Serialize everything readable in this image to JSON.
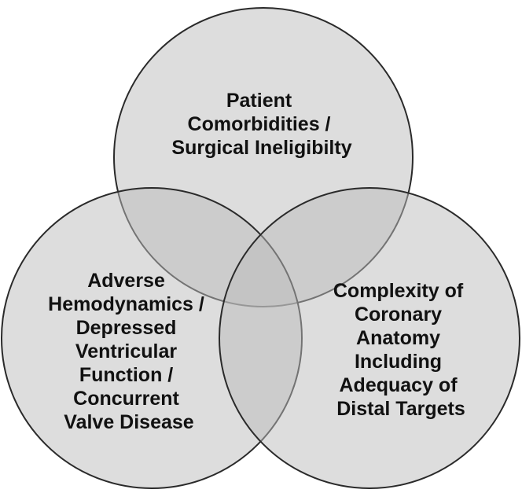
{
  "venn": {
    "top": {
      "lines": [
        "Patient",
        "Comorbidities /",
        "Surgical Ineligibilty"
      ]
    },
    "left": {
      "lines": [
        "Adverse",
        "Hemodynamics /",
        "Depressed",
        "Ventricular",
        "Function /",
        "Concurrent",
        "Valve Disease"
      ]
    },
    "right": {
      "lines": [
        "Complexity of",
        "Coronary",
        "Anatomy",
        "Including",
        "Adequacy of",
        "Distal Targets"
      ]
    }
  },
  "colors": {
    "circle_fill": "#bcbcbc",
    "circle_stroke": "#2a2a2a",
    "text": "#111111"
  }
}
